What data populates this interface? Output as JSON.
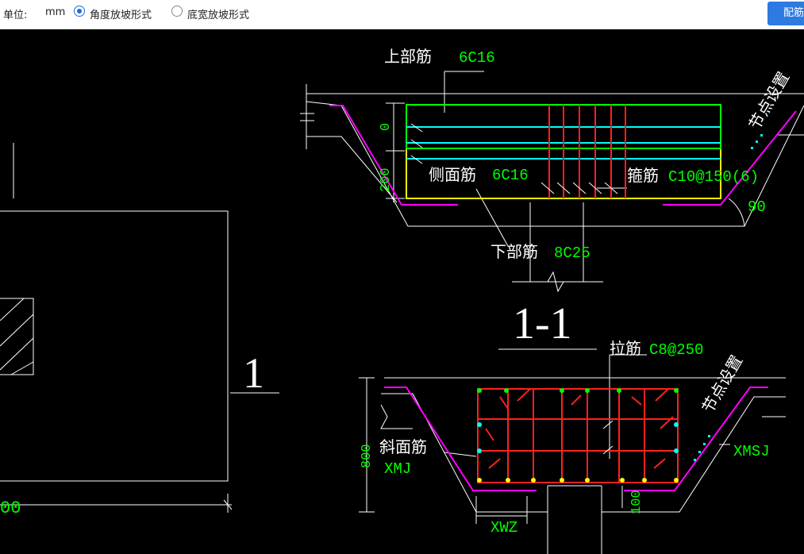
{
  "toolbar": {
    "unit_label": "单位:",
    "unit_value": "mm",
    "options": [
      {
        "label": "角度放坡形式",
        "checked": true
      },
      {
        "label": "底宽放坡形式",
        "checked": false
      }
    ],
    "action_button": "配筋"
  },
  "drawing": {
    "labels": {
      "top_bar": "上部筋",
      "top_bar_value": "6C16",
      "side_bar": "侧面筋",
      "side_bar_value": "6C16",
      "stirrup": "箍筋",
      "stirrup_value": "C10@150(6)",
      "bottom_bar": "下部筋",
      "bottom_bar_value": "8C25",
      "node_setting_1": "节点设置",
      "node_setting_2": "节点设置",
      "angle": "90",
      "dim_0": "0",
      "dim_200": "200",
      "section": "1-1",
      "section_mark": "1",
      "tie_bar": "拉筋",
      "tie_bar_value": "C8@250",
      "slope_bar": "斜面筋",
      "slope_bar_code": "XMJ",
      "xmsj": "XMSJ",
      "xwz": "XWZ",
      "dim_800": "800",
      "dim_100": "100",
      "dim_left": "00"
    },
    "colors": {
      "background": "#000000",
      "text": "#ffffff",
      "value": "#00ff00",
      "rebar_red": "#ff2020",
      "rebar_cyan": "#00ffff",
      "rebar_green": "#00ff00",
      "rebar_yellow": "#ffff00",
      "slope": "#ff00ff"
    }
  }
}
